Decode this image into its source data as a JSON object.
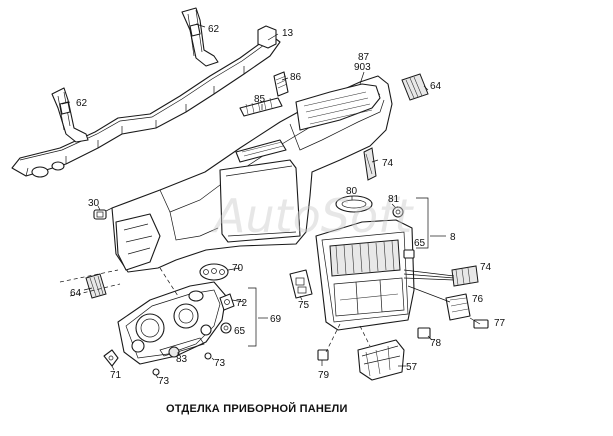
{
  "caption": "ОТДЕЛКА ПРИБОРНОЙ ПАНЕЛИ",
  "watermark": "AutoSoft",
  "callouts": {
    "c62a": "62",
    "c13": "13",
    "c87": "87",
    "c903": "903",
    "c86": "86",
    "c64a": "64",
    "c62b": "62",
    "c85": "85",
    "c74a": "74",
    "c30": "30",
    "c80": "80",
    "c81": "81",
    "c8": "8",
    "c65a": "65",
    "c70": "70",
    "c74b": "74",
    "c64b": "64",
    "c72": "72",
    "c75": "75",
    "c76": "76",
    "c69": "69",
    "c65b": "65",
    "c77": "77",
    "c83": "83",
    "c73a": "73",
    "c78": "78",
    "c71": "71",
    "c79": "79",
    "c57": "57",
    "c73b": "73"
  }
}
